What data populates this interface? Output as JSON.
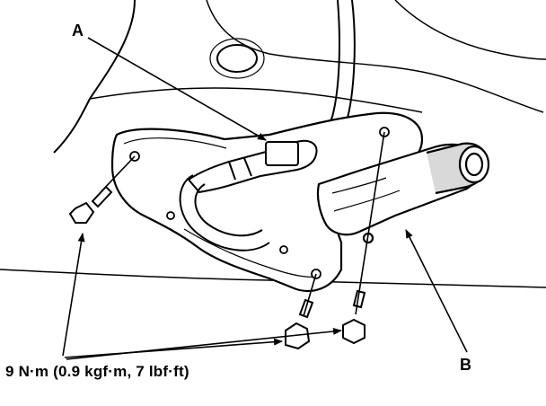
{
  "callouts": {
    "a": "A",
    "b": "B"
  },
  "torque_spec": "9 N·m (0.9 kgf·m, 7 lbf·ft)",
  "colors": {
    "line": "#000000",
    "background": "#ffffff",
    "shade": "#d9d9d9"
  }
}
